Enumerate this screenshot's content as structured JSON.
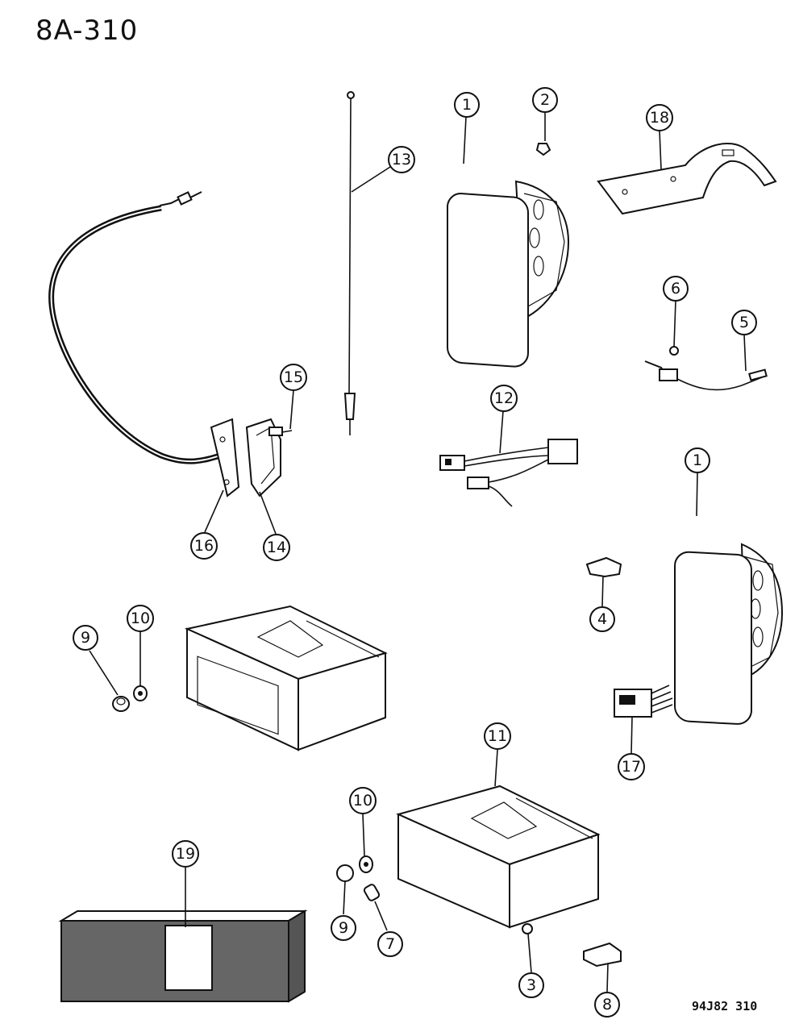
{
  "header": {
    "page_code": "8A-310"
  },
  "footer": {
    "drawing_code": "94J82 310"
  },
  "callouts": [
    {
      "id": "c1a",
      "label": "1"
    },
    {
      "id": "c2",
      "label": "2"
    },
    {
      "id": "c18",
      "label": "18"
    },
    {
      "id": "c13",
      "label": "13"
    },
    {
      "id": "c6",
      "label": "6"
    },
    {
      "id": "c5",
      "label": "5"
    },
    {
      "id": "c15",
      "label": "15"
    },
    {
      "id": "c12",
      "label": "12"
    },
    {
      "id": "c1b",
      "label": "1"
    },
    {
      "id": "c16",
      "label": "16"
    },
    {
      "id": "c14",
      "label": "14"
    },
    {
      "id": "c4",
      "label": "4"
    },
    {
      "id": "c9a",
      "label": "9"
    },
    {
      "id": "c10a",
      "label": "10"
    },
    {
      "id": "c11",
      "label": "11"
    },
    {
      "id": "c17",
      "label": "17"
    },
    {
      "id": "c10b",
      "label": "10"
    },
    {
      "id": "c19",
      "label": "19"
    },
    {
      "id": "c9b",
      "label": "9"
    },
    {
      "id": "c7",
      "label": "7"
    },
    {
      "id": "c3",
      "label": "3"
    },
    {
      "id": "c8",
      "label": "8"
    }
  ]
}
